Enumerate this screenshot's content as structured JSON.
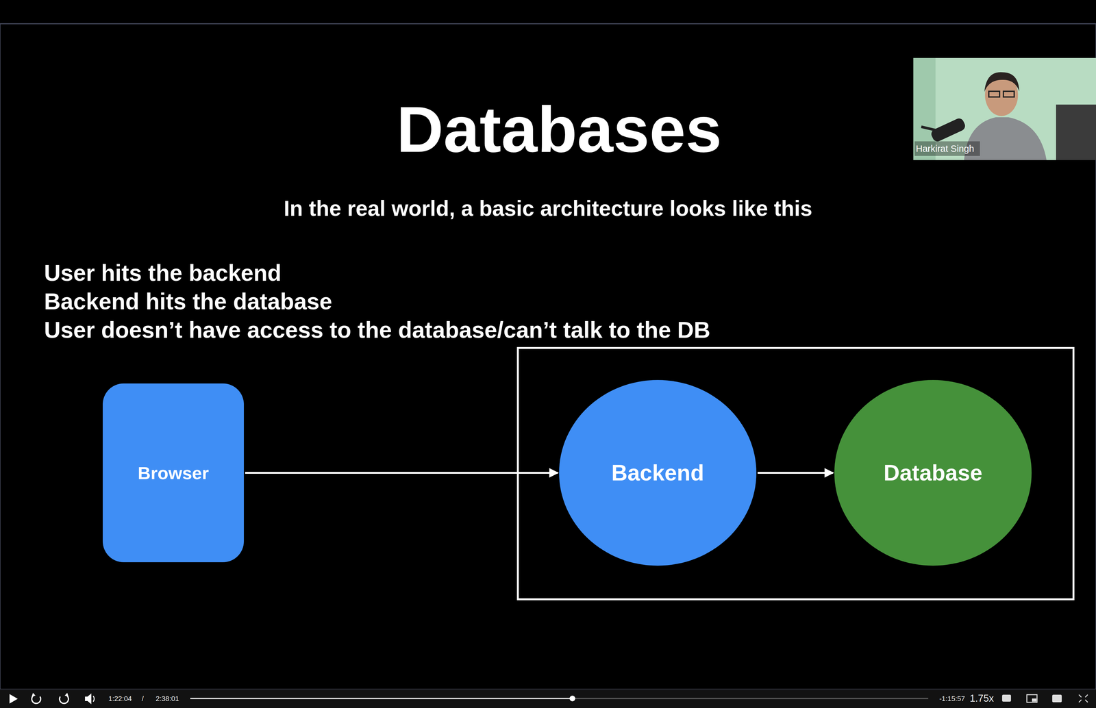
{
  "diagram": {
    "title": "Databases",
    "nodes": [
      {
        "text": [
          "Browser"
        ]
      },
      {
        "text": [
          "Backend"
        ]
      },
      {
        "text": [
          "Database"
        ]
      }
    ],
    "edges": [
      {
        "from": 0,
        "to": 1,
        "arrow": "to"
      },
      {
        "from": 1,
        "to": 2,
        "arrow": "to"
      }
    ],
    "labels": [
      "In the real world, a basic architecture looks like this",
      "User hits the backend",
      "Backend hits the database",
      "User doesn’t have access to the database/can’t talk to the DB",
      "Harkirat Singh",
      "1:22:04",
      "/",
      "2:38:01",
      "-1:15:57",
      "1.75x"
    ]
  }
}
